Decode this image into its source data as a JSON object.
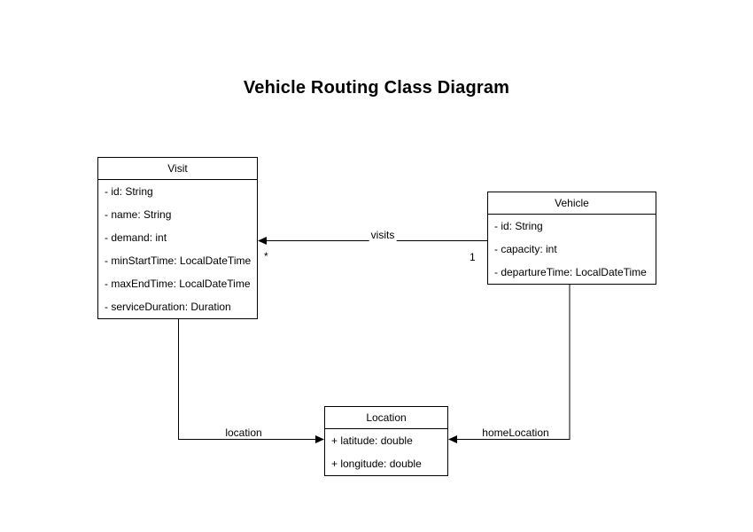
{
  "title": "Vehicle Routing Class Diagram",
  "colors": {
    "stroke": "#000000",
    "text": "#000000",
    "box_fill": "#ffffff",
    "background": "#ffffff"
  },
  "diagram": {
    "classes": [
      {
        "name": "Visit",
        "attributes": [
          "- id: String",
          "- name: String",
          "- demand: int",
          "- minStartTime: LocalDateTime",
          "- maxEndTime: LocalDateTime",
          "- serviceDuration: Duration"
        ]
      },
      {
        "name": "Vehicle",
        "attributes": [
          "- id: String",
          "- capacity: int",
          "- departureTime: LocalDateTime"
        ]
      },
      {
        "name": "Location",
        "attributes": [
          "+ latitude: double",
          "+ longitude: double"
        ]
      }
    ],
    "relations": [
      {
        "label": "visits",
        "from": "Vehicle",
        "to": "Visit",
        "source_multiplicity": "1",
        "target_multiplicity": "*"
      },
      {
        "label": "location",
        "from": "Visit",
        "to": "Location"
      },
      {
        "label": "homeLocation",
        "from": "Vehicle",
        "to": "Location"
      }
    ]
  }
}
